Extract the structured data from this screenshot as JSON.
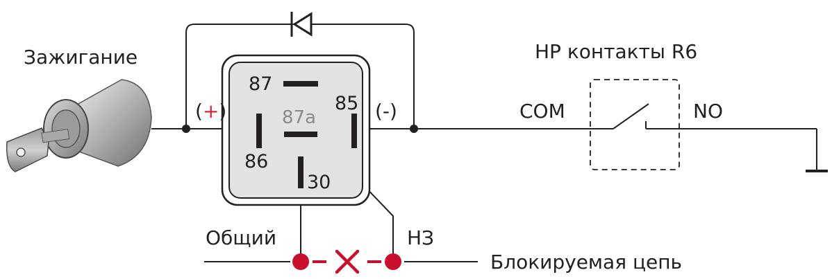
{
  "labels": {
    "ignition": "Зажигание",
    "nr_contacts": "НР контакты R6",
    "com": "COM",
    "no": "NO",
    "plus_open": "(",
    "plus_sign": "+",
    "plus_close": ")",
    "minus": "(-)",
    "pin_87": "87",
    "pin_87a": "87a",
    "pin_85": "85",
    "pin_86": "86",
    "pin_30": "30",
    "common": "Общий",
    "nc": "НЗ",
    "blocked_circuit": "Блокируемая цепь"
  },
  "colors": {
    "line": "#231f20",
    "accent": "#c8102e",
    "relay_fill": "#e2e2e2",
    "pin_87a_label": "#8a8a8a"
  },
  "icons": {
    "diode": "diode-icon",
    "ignition_switch": "ignition-key-switch-icon",
    "ground": "ground-icon",
    "break": "cross-icon"
  }
}
